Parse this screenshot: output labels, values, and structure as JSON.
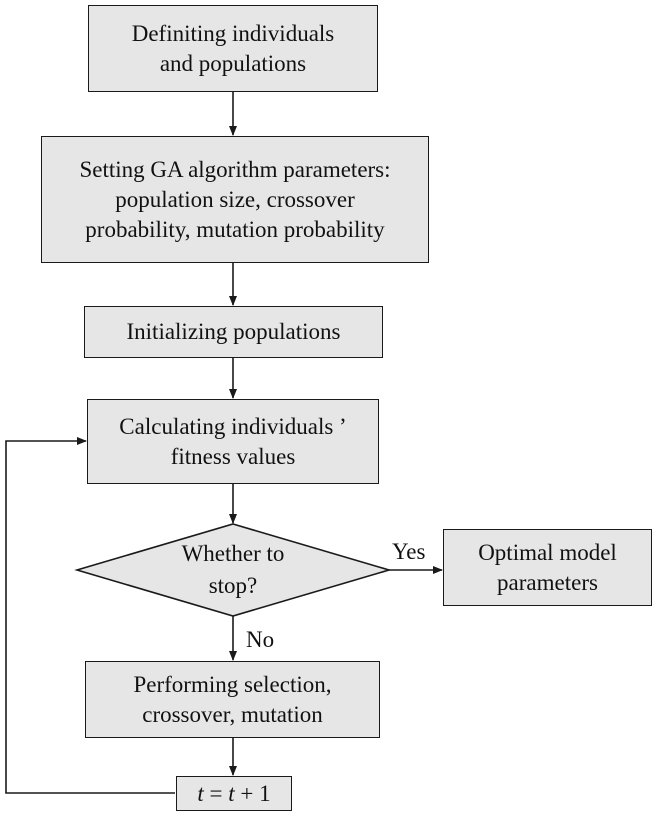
{
  "flowchart": {
    "box_define": "Definiting  individuals\nand populations",
    "box_params": "Setting GA algorithm parameters:\npopulation size, crossover\nprobability, mutation probability",
    "box_init": "Initializing populations",
    "box_fitness": "Calculating individuals ’\nfitness values",
    "decision": "Whether to\nstop?",
    "yes_label": "Yes",
    "no_label": "No",
    "box_optimal": "Optimal model\nparameters",
    "box_ops": "Performing selection,\ncrossover, mutation",
    "counter": {
      "var": "t",
      "equals": " = ",
      "var2": "t",
      "plus_one": " + 1"
    }
  }
}
